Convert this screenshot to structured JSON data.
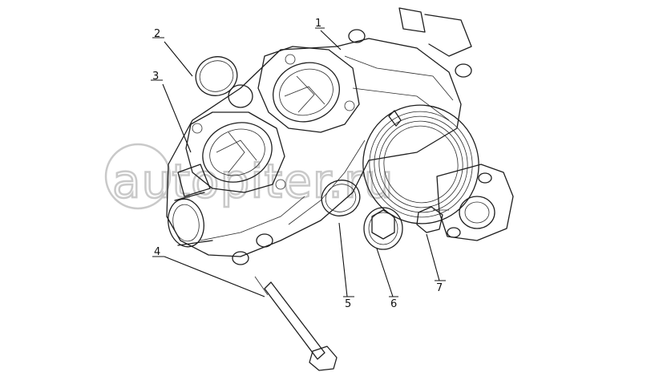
{
  "watermark": {
    "text": "autopiter.ru"
  },
  "callouts": [
    {
      "id": "1",
      "label": "1"
    },
    {
      "id": "2",
      "label": "2"
    },
    {
      "id": "3",
      "label": "3"
    },
    {
      "id": "4",
      "label": "4"
    },
    {
      "id": "5",
      "label": "5"
    },
    {
      "id": "6",
      "label": "6"
    },
    {
      "id": "7",
      "label": "7"
    }
  ],
  "colors": {
    "line": "#1e1e1e",
    "watermark": "#c9c9c9",
    "background": "#ffffff"
  }
}
